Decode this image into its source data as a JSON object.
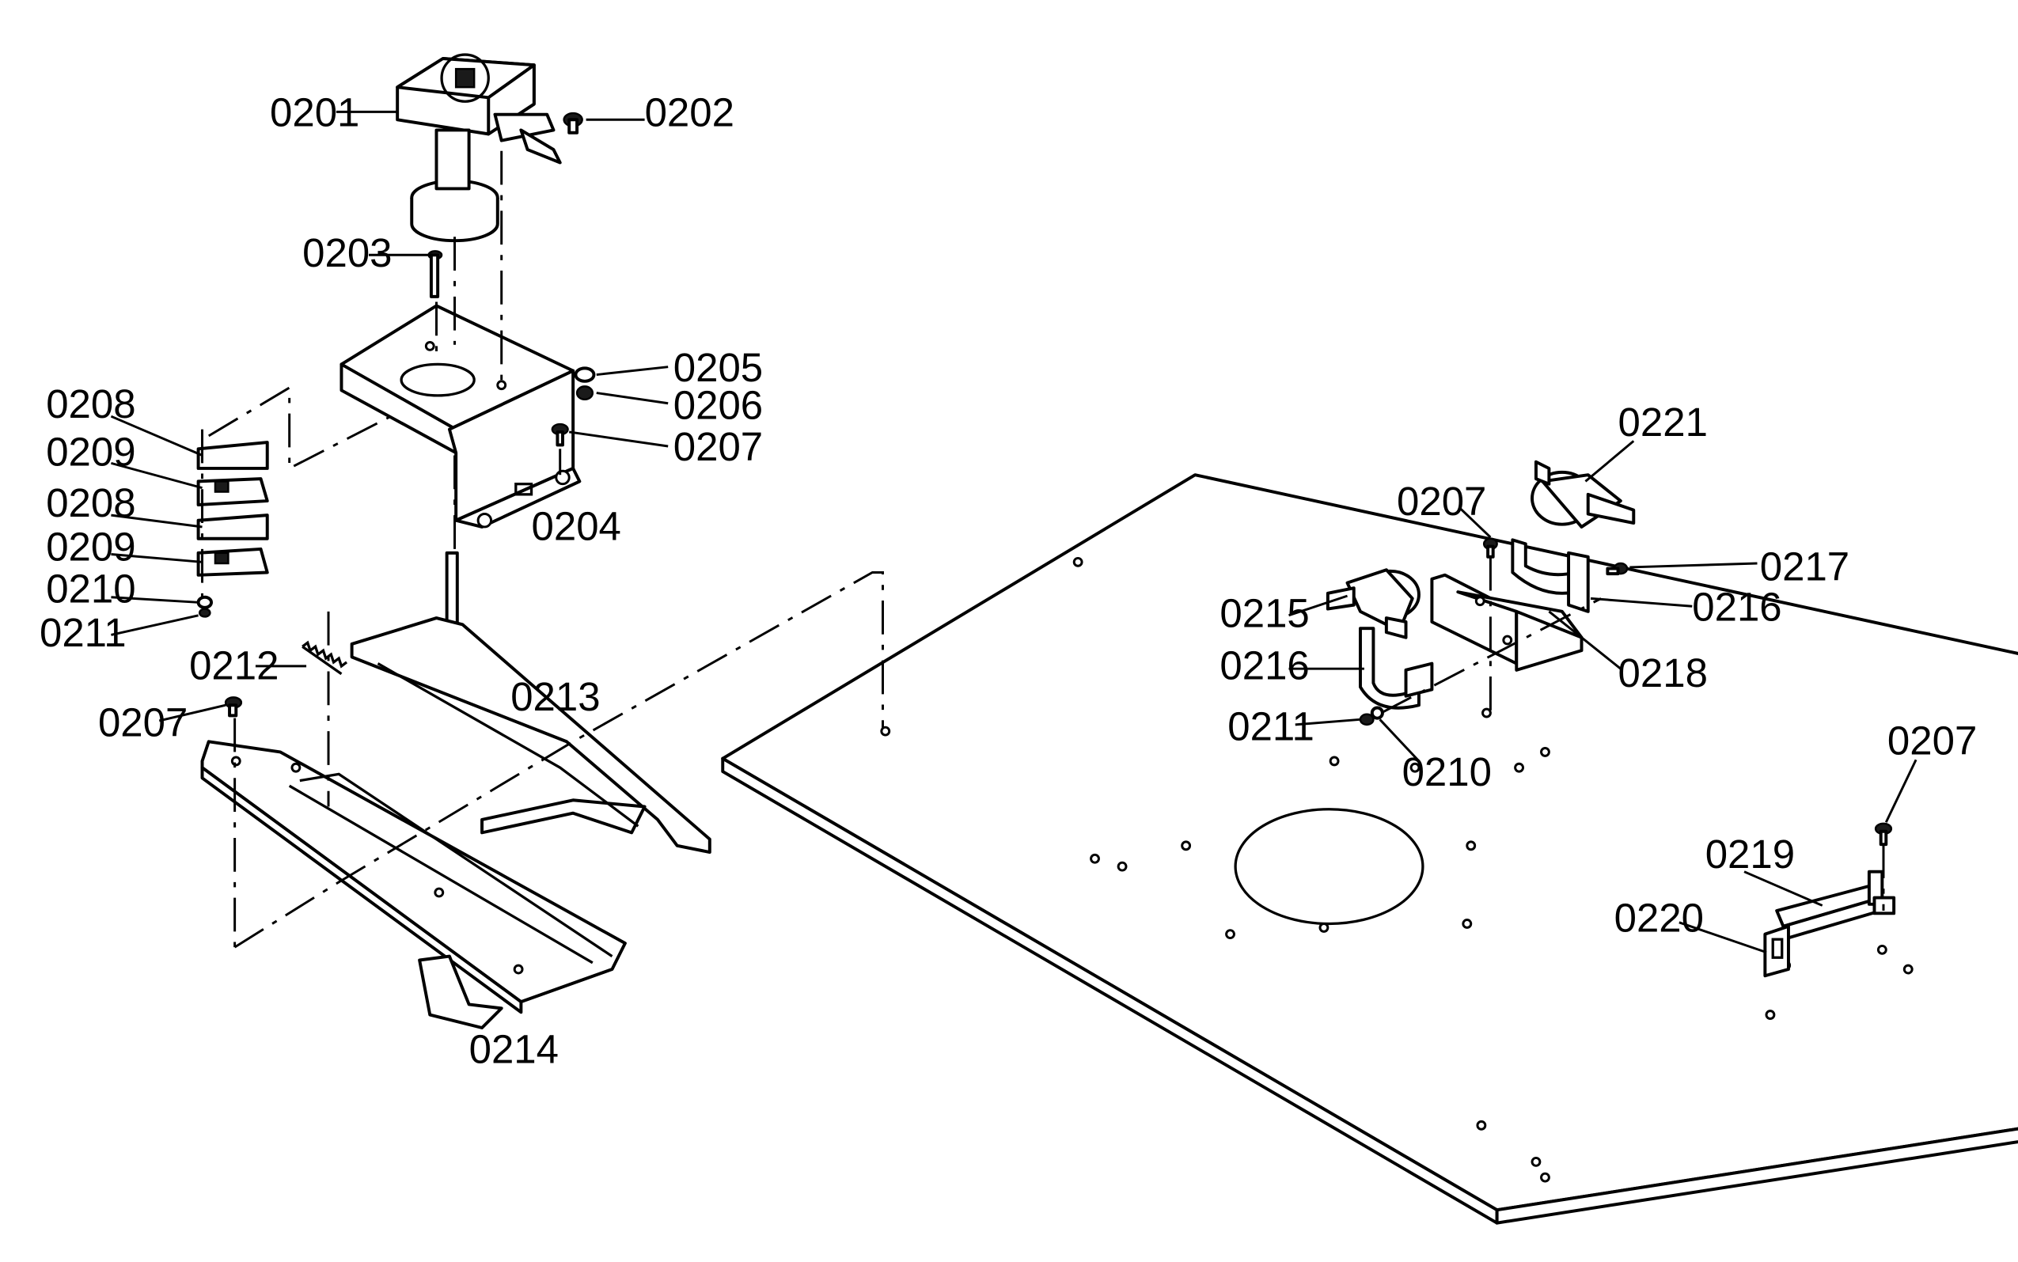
{
  "diagram": {
    "callouts": [
      {
        "id": "c-0201",
        "text": "0201"
      },
      {
        "id": "c-0202",
        "text": "0202"
      },
      {
        "id": "c-0203",
        "text": "0203"
      },
      {
        "id": "c-0205",
        "text": "0205"
      },
      {
        "id": "c-0206",
        "text": "0206"
      },
      {
        "id": "c-0207a",
        "text": "0207"
      },
      {
        "id": "c-0204",
        "text": "0204"
      },
      {
        "id": "c-0208a",
        "text": "0208"
      },
      {
        "id": "c-0209a",
        "text": "0209"
      },
      {
        "id": "c-0208b",
        "text": "0208"
      },
      {
        "id": "c-0209b",
        "text": "0209"
      },
      {
        "id": "c-0210a",
        "text": "0210"
      },
      {
        "id": "c-0211a",
        "text": "0211"
      },
      {
        "id": "c-0212",
        "text": "0212"
      },
      {
        "id": "c-0213",
        "text": "0213"
      },
      {
        "id": "c-0207b",
        "text": "0207"
      },
      {
        "id": "c-0214",
        "text": "0214"
      },
      {
        "id": "c-0221",
        "text": "0221"
      },
      {
        "id": "c-0207c",
        "text": "0207"
      },
      {
        "id": "c-0217",
        "text": "0217"
      },
      {
        "id": "c-0215",
        "text": "0215"
      },
      {
        "id": "c-0216a",
        "text": "0216"
      },
      {
        "id": "c-0216b",
        "text": "0216"
      },
      {
        "id": "c-0218",
        "text": "0218"
      },
      {
        "id": "c-0211b",
        "text": "0211"
      },
      {
        "id": "c-0210b",
        "text": "0210"
      },
      {
        "id": "c-0207d",
        "text": "0207"
      },
      {
        "id": "c-0219",
        "text": "0219"
      },
      {
        "id": "c-0220",
        "text": "0220"
      }
    ]
  }
}
